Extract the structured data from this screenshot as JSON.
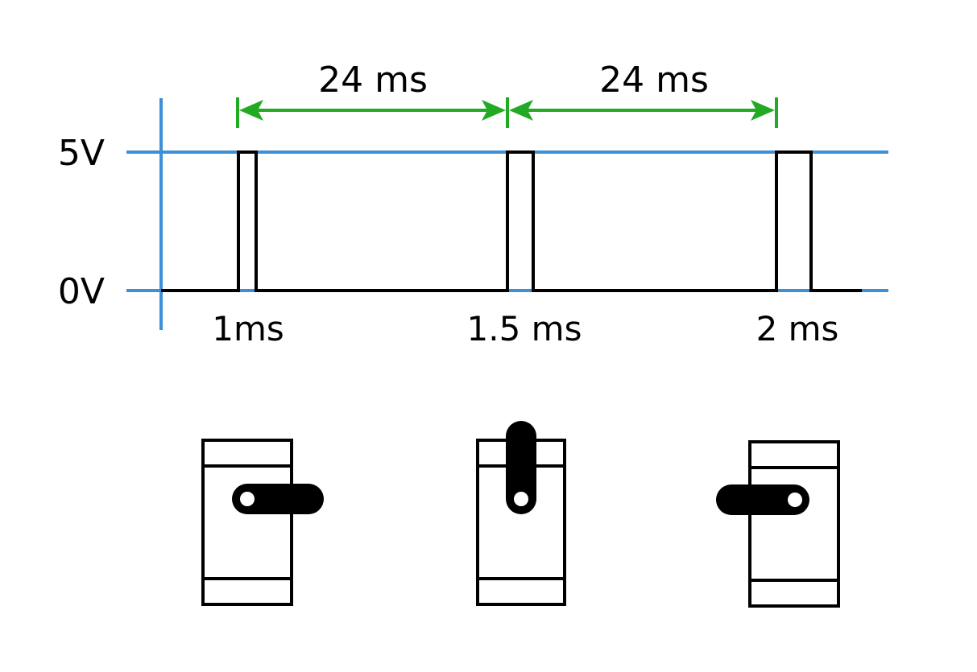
{
  "voltage_levels": {
    "high": "5V",
    "low": "0V"
  },
  "period_labels": [
    "24 ms",
    "24 ms"
  ],
  "pulse_widths": [
    "1ms",
    "1.5 ms",
    "2 ms"
  ],
  "pulses": [
    {
      "width_ms": 1.0,
      "servo_position": "right"
    },
    {
      "width_ms": 1.5,
      "servo_position": "up"
    },
    {
      "width_ms": 2.0,
      "servo_position": "left"
    }
  ],
  "colors": {
    "axis": "#3d8fd8",
    "signal": "#000000",
    "period_marker": "#22aa22",
    "background": "#ffffff"
  },
  "icons": [
    "servo-icon"
  ]
}
